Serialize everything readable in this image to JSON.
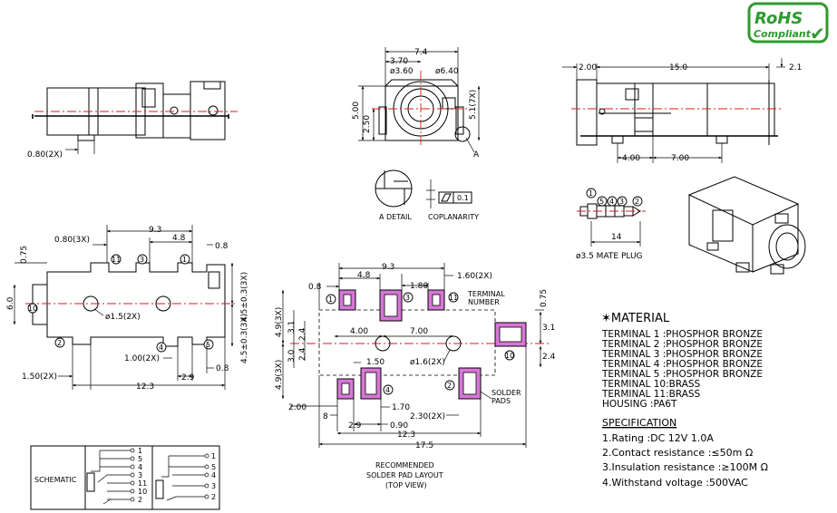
{
  "rohs": {
    "line1": "RoHS",
    "line2": "Compliant",
    "check": "✔",
    "color": "#2e9a2e"
  },
  "top_left": {
    "dim_080": "0.80(2X)"
  },
  "front": {
    "d74": "7.4",
    "d370": "3.70",
    "d360": "ø3.60",
    "d640": "ø6.40",
    "d500": "5.00",
    "d250": "2.50",
    "d51": "5.1(7X)",
    "a": "A"
  },
  "detail": {
    "a_detail": "A DETAIL",
    "coplanarity": "COPLANARITY",
    "tol": "0.1"
  },
  "side": {
    "d200": "2.00",
    "d150": "15.0",
    "d21": "2.1",
    "d400": "4.00",
    "d700": "7.00"
  },
  "plug": {
    "nums": [
      "1",
      "5",
      "4",
      "3",
      "2"
    ],
    "d14": "14",
    "label": "ø3.5 MATE PLUG"
  },
  "bottom": {
    "d93": "9.3",
    "d48": "4.8",
    "d080": "0.80(3X)",
    "d08": "0.8",
    "d075": "0.75",
    "d60": "6.0",
    "d45a": "4.5±0.3(3X)",
    "d45b": "4.5±0.3(3X)",
    "hole": "ø1.5(2X)",
    "d100": "1.00(2X)",
    "d29": "2.9",
    "d08b": "0.8",
    "d150": "1.50(2X)",
    "d123": "12.3",
    "pins": [
      "11",
      "3",
      "1",
      "10",
      "2",
      "4",
      "5"
    ]
  },
  "pads": {
    "d93": "9.3",
    "d48": "4.8",
    "d180": "1.80",
    "d160": "1.60(2X)",
    "d08": "0.8",
    "terminal_number": [
      "TERMINAL",
      "NUMBER"
    ],
    "d075": "0.75",
    "d49a": "4.9(3X)",
    "d31a": "3.1",
    "d24a": "2.4",
    "d400": "4.00",
    "d700": "7.00",
    "d31r": "3.1",
    "d24r": "2.4",
    "d49b": "4.9(3X)",
    "d30": "3.0",
    "d24b": "2.4",
    "d150": "1.50",
    "hole": "ø1.6(2X)",
    "d200": "2.00",
    "d170": "1.70",
    "d230": "2.30(2X)",
    "d8": "8",
    "d29": "2.9",
    "d090": "0.90",
    "d123": "12.3",
    "d175": "17.5",
    "solder_pads": [
      "SOLDER",
      "PADS"
    ],
    "caption": [
      "RECOMMENDED",
      "SOLDER PAD LAYOUT",
      "(TOP VIEW)"
    ],
    "pins": [
      "1",
      "2",
      "3",
      "4",
      "10",
      "11"
    ]
  },
  "schematic": {
    "label": "SCHEMATIC",
    "left_nums": [
      "1",
      "5",
      "4",
      "3",
      "11",
      "10",
      "2"
    ],
    "right_nums": [
      "1",
      "5",
      "4",
      "3",
      "2"
    ]
  },
  "material": {
    "title": "✶MATERIAL",
    "rows": [
      "TERMINAL 1 :PHOSPHOR BRONZE",
      "TERMINAL 2 :PHOSPHOR BRONZE",
      "TERMINAL 3 :PHOSPHOR BRONZE",
      "TERMINAL 4 :PHOSPHOR BRONZE",
      "TERMINAL 5 :PHOSPHOR BRONZE",
      "TERMINAL 10:BRASS",
      "TERMINAL 11:BRASS",
      "HOUSING    :PA6T"
    ]
  },
  "specification": {
    "title": "SPECIFICATION",
    "rows": [
      "1.Rating   :DC 12V 1.0A",
      "2.Contact resistance :≤50m Ω",
      "3.Insulation resistance :≥100M Ω",
      "4.Withstand voltage :500VAC"
    ]
  },
  "colors": {
    "centerline": "#d81b1b",
    "pad": "#d777d7"
  }
}
